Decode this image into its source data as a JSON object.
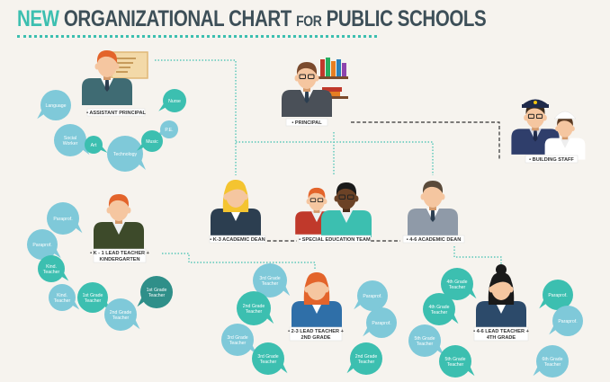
{
  "title": {
    "part1": "NEW",
    "part2": "ORGANIZATIONAL CHART",
    "part3": "FOR",
    "part4": "PUBLIC SCHOOLS"
  },
  "roles": {
    "assistant_principal": "ASSISTANT PRINCIPAL",
    "principal": "PRINCIPAL",
    "building_staff": "BUILDING STAFF",
    "k3_dean": "K-3 ACADEMIC DEAN",
    "sped_team": "SPECIAL EDUCATION TEAM",
    "g46_dean": "4-6 ACADEMIC DEAN",
    "k1_lead": [
      "K - 1 LEAD TEACHER +",
      "KINDERGARTEN"
    ],
    "g23_lead": [
      "2-3 LEAD TEACHER +",
      "2ND GRADE"
    ],
    "g46_lead": [
      "4-6 LEAD TEACHER +",
      "4TH GRADE"
    ]
  },
  "bubbles": {
    "language": "Language",
    "nurse": "Nurse",
    "pe": "P.E.",
    "social_worker": [
      "Social",
      "Worker"
    ],
    "art": "Art",
    "music": "Music",
    "technology": "Technology",
    "paraprof": "Paraprof.",
    "kind_teacher": [
      "Kind.",
      "Teacher"
    ],
    "grade1_teacher": [
      "1st Grade",
      "Teacher"
    ],
    "grade2_teacher": [
      "2nd Grade",
      "Teacher"
    ],
    "grade3_teacher": [
      "3rd Grade",
      "Teacher"
    ],
    "grade4_teacher": [
      "4th Grade",
      "Teacher"
    ],
    "grade5_teacher": [
      "5th Grade",
      "Teacher"
    ],
    "grade6_teacher": [
      "6th Grade",
      "Teacher"
    ]
  },
  "colors": {
    "teal": "#3cbfb0",
    "light_blue": "#7fc9d9",
    "dark_teal": "#2f8f89",
    "title_dark": "#3d4f58",
    "link_dotted": "#3cbfb0",
    "link_dashed": "#333333",
    "background": "#f6f3ee"
  }
}
